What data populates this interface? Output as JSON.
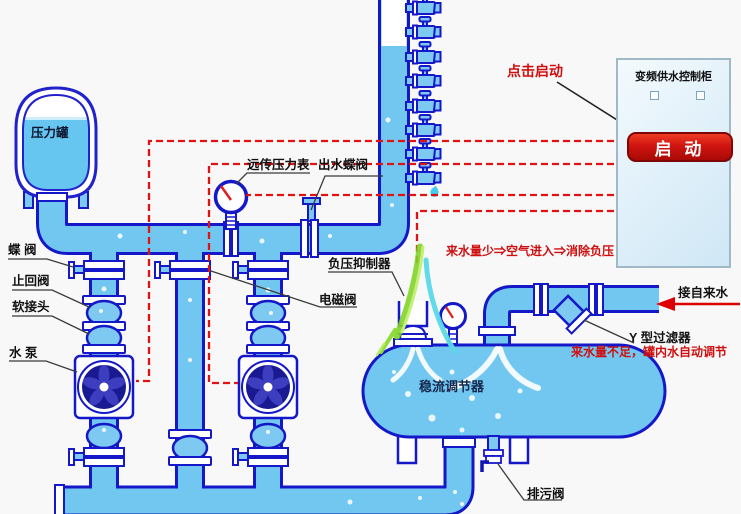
{
  "labels": {
    "pressure_tank": "压力罐",
    "butterfly_valve": "蝶 阀",
    "check_valve": "止回阀",
    "soft_joint": "软接头",
    "water_pump": "水 泵",
    "remote_gauge": "远传压力表",
    "outlet_butterfly_valve": "出水蝶阀",
    "neg_pressure_suppressor": "负压抑制器",
    "solenoid_valve": "电磁阀",
    "flow_regulator": "稳流调节器",
    "drain_valve": "排污阀",
    "y_filter": "Y 型过滤器",
    "tap_water": "接自来水"
  },
  "annotations": {
    "click_start": "点击启动",
    "low_inflow_note": "来水量少⇒空气进入⇒消除负压",
    "shortage_note": "来水量不足，罐内水自动调节"
  },
  "cabinet": {
    "title": "变频供水控制柜",
    "start_button": "启 动"
  },
  "colors": {
    "pipe_fill": "#72c7f0",
    "pipe_outline": "#1518c8",
    "signal_red": "#e01212",
    "text_red": "#cf0f0f",
    "button_red": "#c8100c",
    "air_green": "#7fd428",
    "air_cyan": "#58d8e8",
    "background": "#f8f8f8"
  }
}
